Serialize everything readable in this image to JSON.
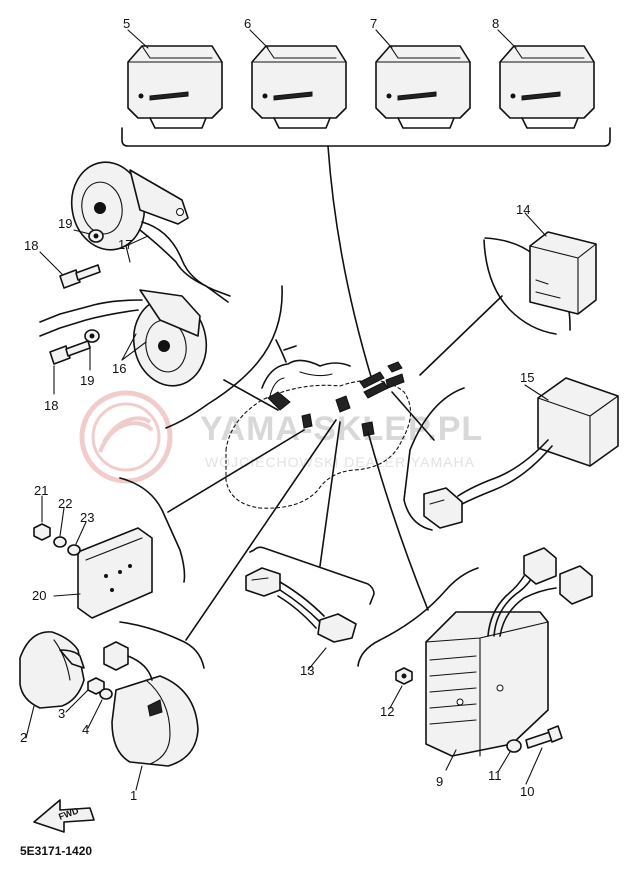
{
  "diagram_code": "5E3171-1420",
  "fwd_label": "FWD",
  "watermark": {
    "title": "YAMA-SKLEP.PL",
    "subtitle": "WOJCIECHOWSKI DEALER YAMAHA",
    "logo_color": "#e6a3a3"
  },
  "callouts": [
    "5",
    "6",
    "7",
    "8",
    "14",
    "15",
    "19",
    "18",
    "17",
    "16",
    "19",
    "18",
    "21",
    "22",
    "23",
    "20",
    "13",
    "12",
    "9",
    "11",
    "10",
    "2",
    "3",
    "4",
    "1"
  ]
}
